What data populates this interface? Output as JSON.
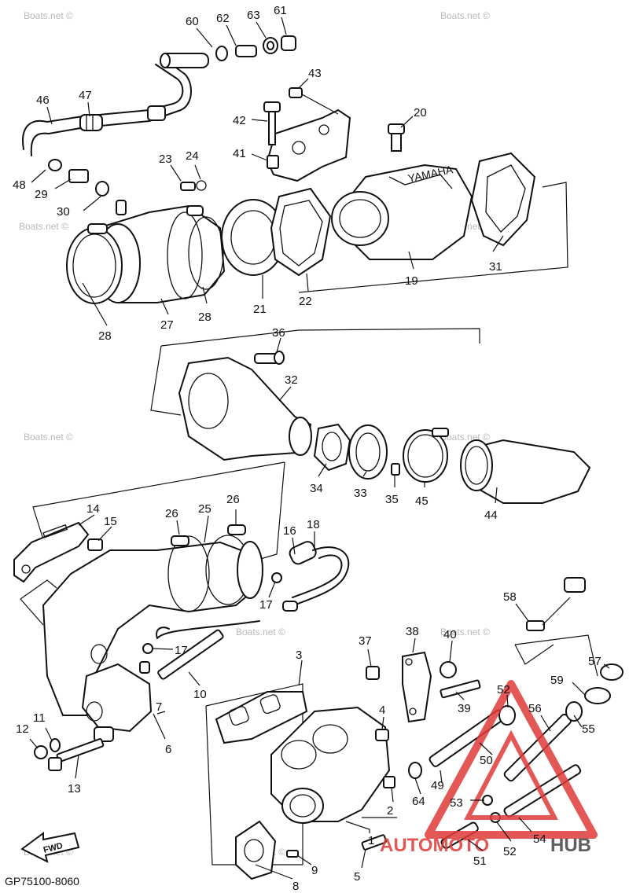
{
  "diagram_code": "GP75100-8060",
  "watermark": "Boats.net ©",
  "fwd_label": "FWD",
  "brand": {
    "part1": "AUTOMOTO",
    "part2": "HUB",
    "color_primary": "#e03a3a",
    "color_secondary": "#444444"
  },
  "stamped_text": "YAMAHA",
  "callouts": [
    "60",
    "62",
    "63",
    "61",
    "43",
    "46",
    "47",
    "42",
    "20",
    "41",
    "48",
    "29",
    "23",
    "24",
    "30",
    "31",
    "28",
    "27",
    "28",
    "21",
    "22",
    "19",
    "36",
    "32",
    "34",
    "33",
    "35",
    "45",
    "44",
    "14",
    "15",
    "26",
    "25",
    "26",
    "16",
    "18",
    "17",
    "58",
    "17",
    "37",
    "38",
    "40",
    "57",
    "59",
    "10",
    "3",
    "7",
    "6",
    "12",
    "11",
    "13",
    "4",
    "39",
    "52",
    "56",
    "55",
    "50",
    "49",
    "64",
    "2",
    "53",
    "54",
    "52",
    "51",
    "9",
    "8",
    "5",
    "1"
  ]
}
